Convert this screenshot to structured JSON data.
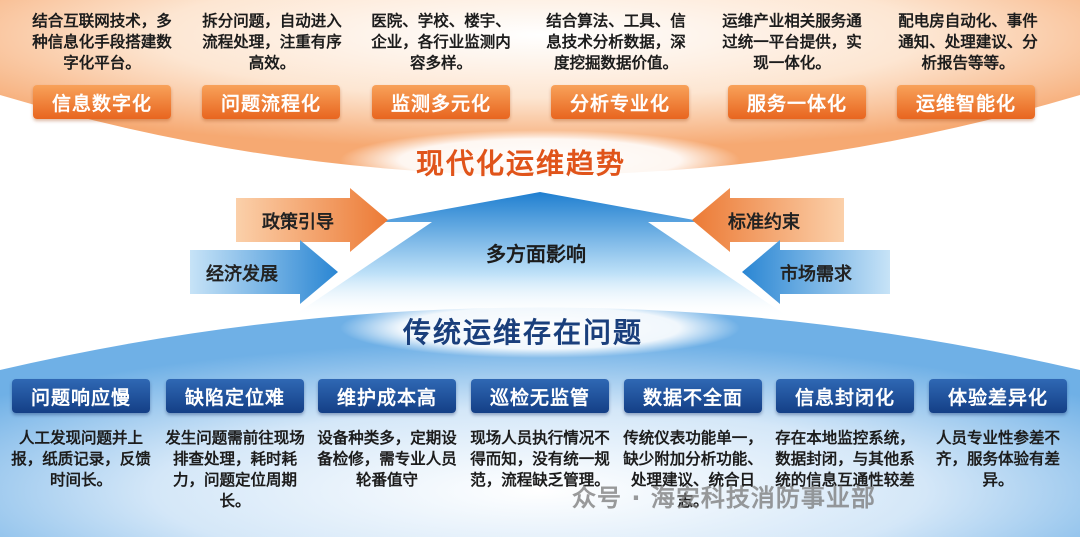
{
  "top": {
    "title": "现代化运维趋势",
    "items": [
      {
        "desc": "结合互联网技术，多种信息化手段搭建数字化平台。",
        "label": "信息数字化"
      },
      {
        "desc": "拆分问题，自动进入流程处理，注重有序高效。",
        "label": "问题流程化"
      },
      {
        "desc": "医院、学校、楼宇、企业，各行业监测内容多样。",
        "label": "监测多元化"
      },
      {
        "desc": "结合算法、工具、信息技术分析数据，深度挖掘数据价值。",
        "label": "分析专业化"
      },
      {
        "desc": "运维产业相关服务通过统一平台提供，实现一体化。",
        "label": "服务一体化"
      },
      {
        "desc": "配电房自动化、事件通知、处理建议、分析报告等等。",
        "label": "运维智能化"
      }
    ]
  },
  "middle": {
    "center_label": "多方面影响",
    "left_arrows": [
      "政策引导",
      "经济发展"
    ],
    "right_arrows": [
      "标准约束",
      "市场需求"
    ]
  },
  "bottom": {
    "title": "传统运维存在问题",
    "items": [
      {
        "label": "问题响应慢",
        "desc": "人工发现问题并上报，纸质记录，反馈时间长。"
      },
      {
        "label": "缺陷定位难",
        "desc": "发生问题需前往现场排查处理，耗时耗力，问题定位周期长。"
      },
      {
        "label": "维护成本高",
        "desc": "设备种类多，定期设备检修，需专业人员轮番值守"
      },
      {
        "label": "巡检无监管",
        "desc": "现场人员执行情况不得而知，没有统一规范，流程缺乏管理。"
      },
      {
        "label": "数据不全面",
        "desc": "传统仪表功能单一，缺少附加分析功能、处理建议、统合日志。"
      },
      {
        "label": "信息封闭化",
        "desc": "存在本地监控系统，数据封闭，与其他系统的信息互通性较差"
      },
      {
        "label": "体验差异化",
        "desc": "人员专业性参差不齐，服务体验有差异。"
      }
    ]
  },
  "watermark": "众号 · 海安科技消防事业部",
  "colors": {
    "orange": "#e8651f",
    "blue": "#143f86",
    "title_orange": "#e0541a",
    "title_blue": "#1a3f7c"
  }
}
